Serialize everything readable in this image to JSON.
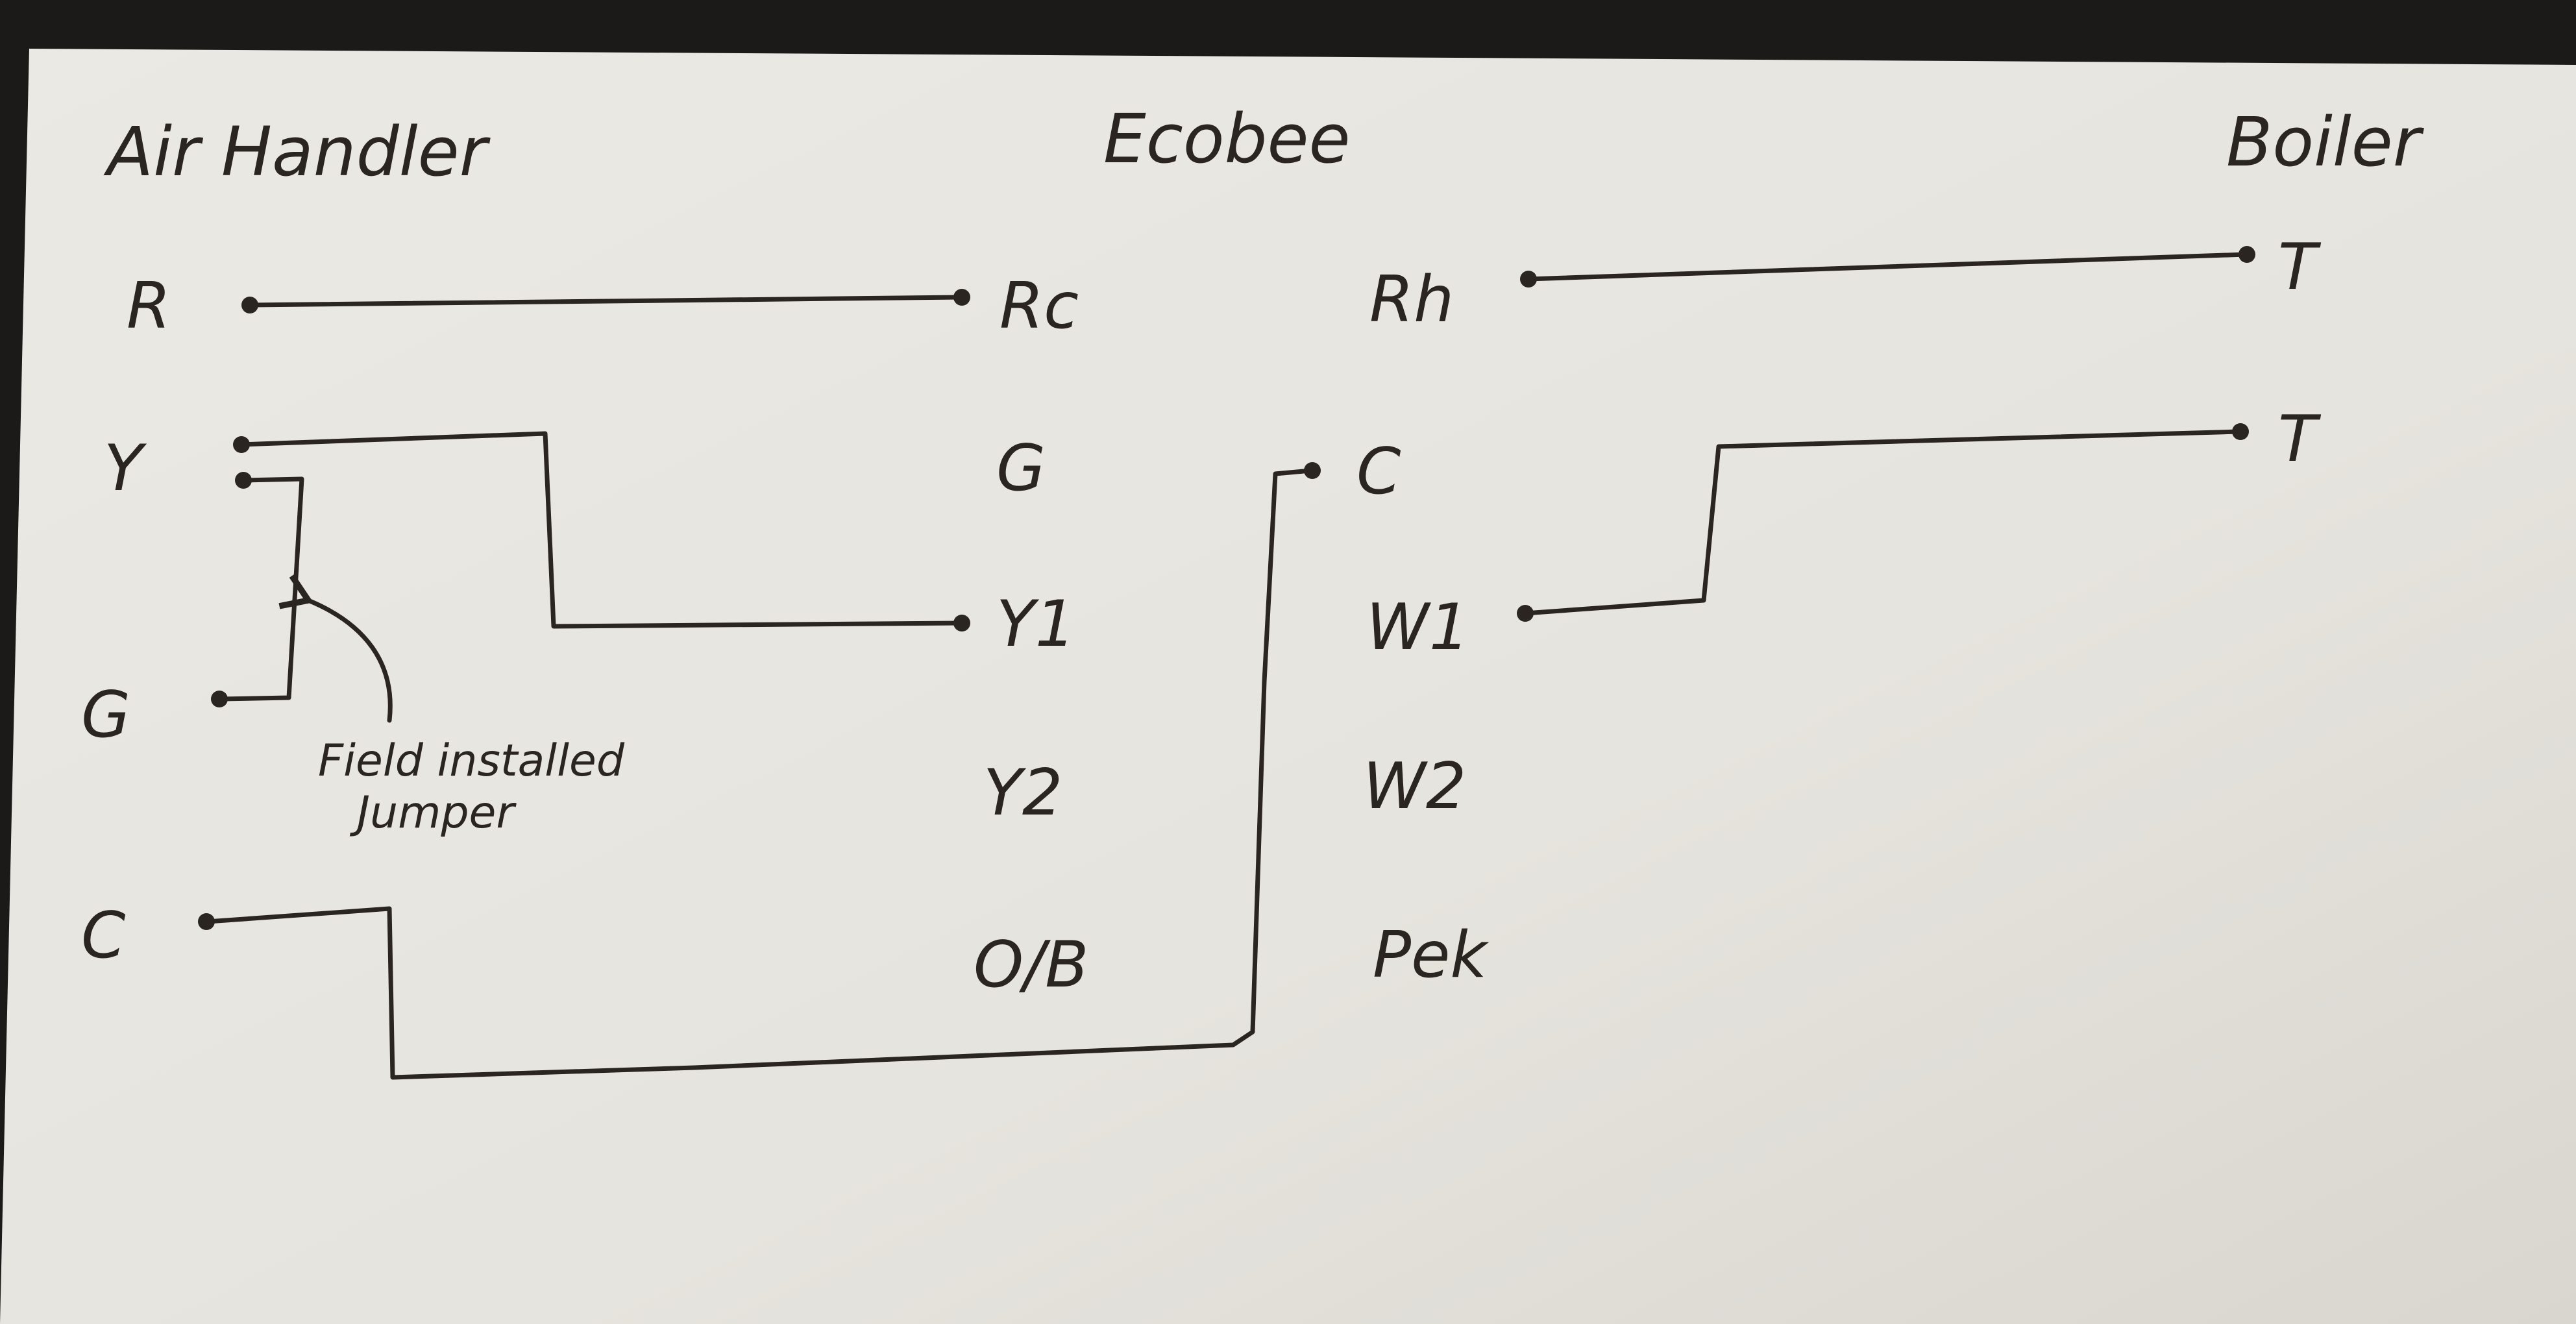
{
  "headings": {
    "air_handler": "Air Handler",
    "ecobee": "Ecobee",
    "boiler": "Boiler"
  },
  "air_handler_terminals": [
    "R",
    "Y",
    "G",
    "C"
  ],
  "ecobee_cooling_terminals": [
    "Rc",
    "G",
    "Y1",
    "Y2",
    "O/B"
  ],
  "ecobee_heating_terminals": [
    "Rh",
    "C",
    "W1",
    "W2",
    "Pek"
  ],
  "boiler_terminals": [
    "T",
    "T"
  ],
  "annotation": {
    "line1": "Field installed",
    "line2": "Jumper"
  },
  "colors": {
    "paper": "#e9e7e1",
    "ink": "#2b2522",
    "background": "#1c1a19"
  }
}
